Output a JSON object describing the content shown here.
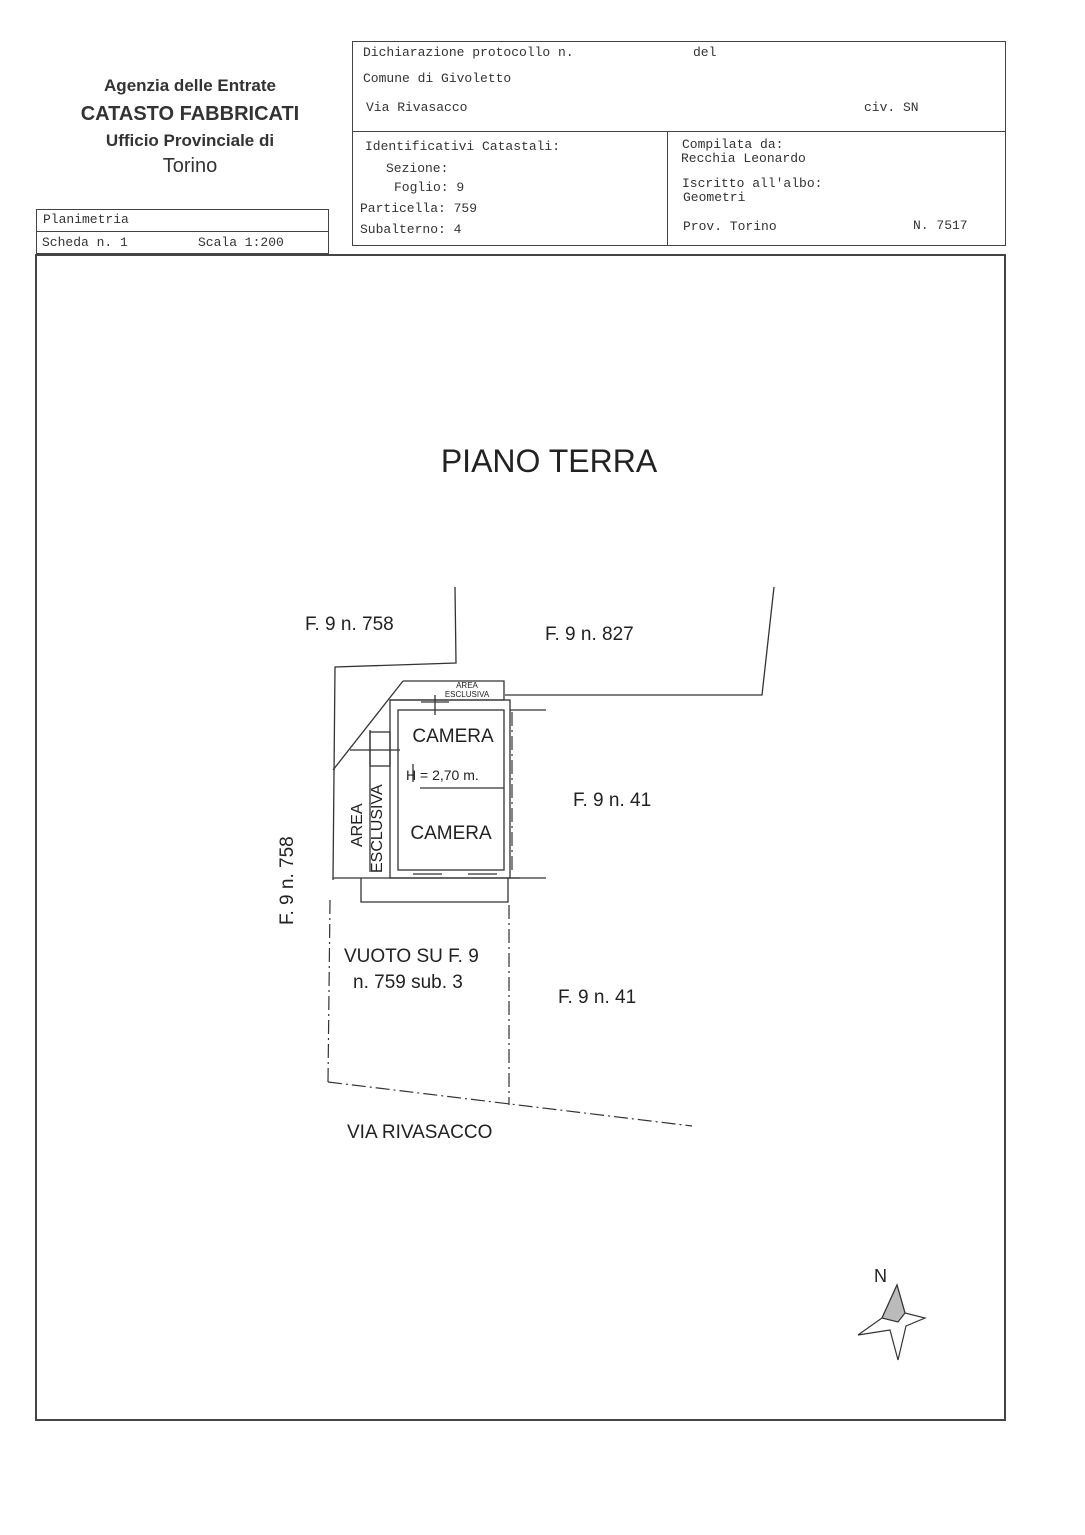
{
  "agency": {
    "line1": "Agenzia delle Entrate",
    "line2": "CATASTO FABBRICATI",
    "line3": "Ufficio Provinciale di",
    "line4": "Torino"
  },
  "sheet": {
    "type": "Planimetria",
    "scheda": "Scheda n. 1",
    "scala": "Scala 1:200"
  },
  "declaration": {
    "protocollo": "Dichiarazione protocollo n.",
    "del": "del",
    "comune": "Comune di Givoletto",
    "via": "Via Rivasacco",
    "civ": "civ. SN"
  },
  "identifiers": {
    "title": "Identificativi Catastali:",
    "sezione": "Sezione:",
    "foglio": "Foglio: 9",
    "particella": "Particella: 759",
    "subalterno": "Subalterno: 4"
  },
  "compiler": {
    "label": "Compilata da:",
    "name": "Recchia Leonardo",
    "albo_label": "Iscritto all'albo:",
    "albo": "Geometri",
    "prov": "Prov. Torino",
    "number": "N. 7517"
  },
  "plan": {
    "title": "PIANO TERRA",
    "neighbors": {
      "n758_top": "F. 9 n. 758",
      "n827": "F. 9 n. 827",
      "n41_top": "F. 9 n. 41",
      "n758_left": "F. 9 n. 758",
      "n41_bottom": "F. 9 n. 41"
    },
    "rooms": {
      "camera1": "CAMERA",
      "camera2": "CAMERA",
      "height": "H = 2,70 m.",
      "area_top_1": "AREA",
      "area_top_2": "ESCLUSIVA",
      "area_side_1": "AREA",
      "area_side_2": "ESCLUSIVA"
    },
    "vuoto_1": "VUOTO SU F. 9",
    "vuoto_2": "n. 759 sub. 3",
    "street": "VIA RIVASACCO",
    "north": "N"
  }
}
